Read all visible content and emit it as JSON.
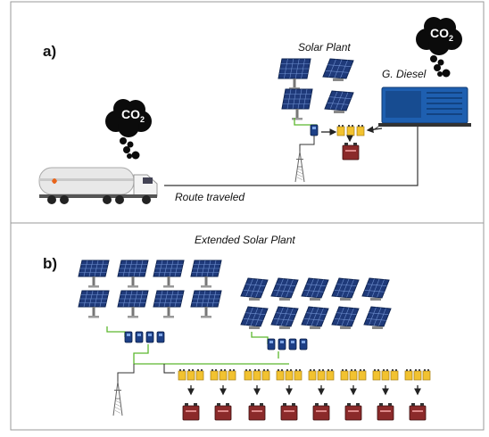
{
  "panels": [
    {
      "letter": "a)",
      "labels": {
        "solar_plant": "Solar Plant",
        "diesel": "G. Diesel",
        "route": "Route traveled"
      },
      "co2": {
        "base": "CO",
        "sub": "2"
      }
    },
    {
      "letter": "b)",
      "labels": {
        "title": "Extended Solar Plant"
      }
    }
  ],
  "colors": {
    "frame": "#9a9a9a",
    "green_line": "#5cb82e",
    "dark_line": "#333333",
    "panel_blue": "#1f3a7a",
    "battery_yellow": "#f2c230",
    "battery_red": "#8b2a2a",
    "cloud": "#0b0b0b",
    "diesel_blue": "#1e5fb0"
  },
  "icons": [
    "solar-panel-icon",
    "inverter-icon",
    "battery-bank-icon",
    "storage-battery-icon",
    "transmission-tower-icon",
    "diesel-generator-icon",
    "fuel-truck-icon",
    "co2-cloud-icon"
  ]
}
